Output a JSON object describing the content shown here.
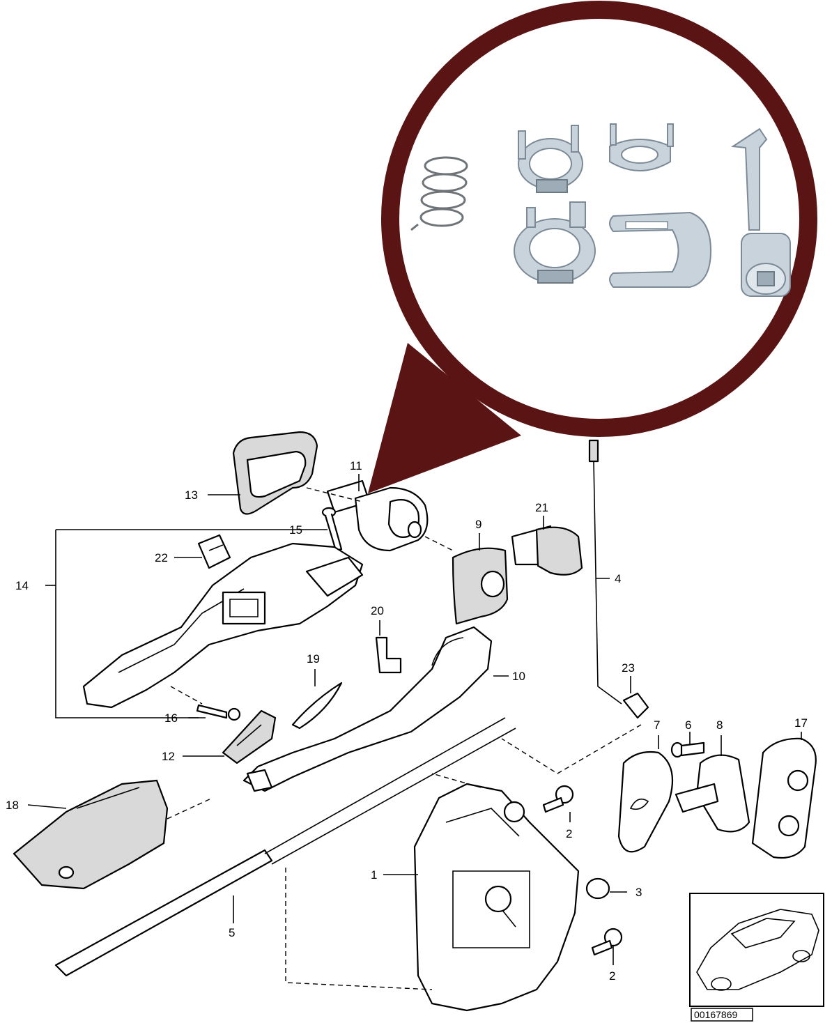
{
  "colors": {
    "accent": "#5a1414",
    "line": "#000000",
    "background": "#ffffff",
    "metal": "#c9d3dc"
  },
  "callouts": {
    "c1": "1",
    "c2a": "2",
    "c2b": "2",
    "c3": "3",
    "c4": "4",
    "c5": "5",
    "c6": "6",
    "c7": "7",
    "c8": "8",
    "c9": "9",
    "c10": "10",
    "c11": "11",
    "c12": "12",
    "c13": "13",
    "c14": "14",
    "c15": "15",
    "c16": "16",
    "c17": "17",
    "c18": "18",
    "c19": "19",
    "c20": "20",
    "c21": "21",
    "c22": "22",
    "c23": "23"
  },
  "reference_code": "00167869",
  "inset": {
    "kit_parts": [
      "spring",
      "lock-ring-upper",
      "lock-ring-small",
      "lock-cylinder-shaft",
      "lock-ring-lower",
      "lock-plate"
    ]
  }
}
